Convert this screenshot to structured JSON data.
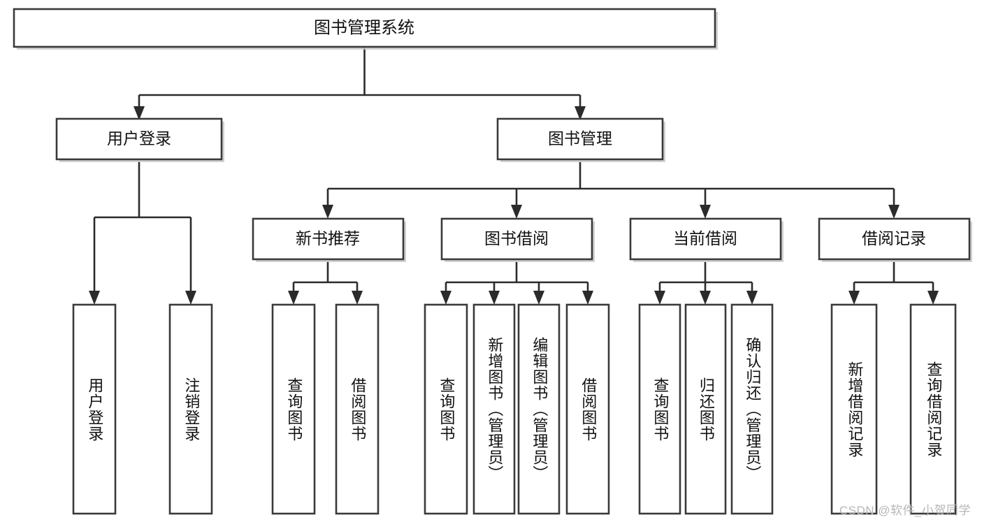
{
  "diagram": {
    "title": "图书管理系统",
    "watermark": "CSDN @软件_小贺同学",
    "colors": {
      "box_stroke": "#3a3a3a",
      "connector": "#2b2b2b",
      "text": "#111111",
      "background": "#ffffff",
      "watermark": "#b6b6b6"
    },
    "root": {
      "label": "图书管理系统"
    },
    "level2": [
      {
        "label": "用户登录"
      },
      {
        "label": "图书管理"
      }
    ],
    "level3": [
      {
        "label": "新书推荐"
      },
      {
        "label": "图书借阅"
      },
      {
        "label": "当前借阅"
      },
      {
        "label": "借阅记录"
      }
    ],
    "leaves": {
      "user_login": [
        {
          "label": "用户登录"
        },
        {
          "label": "注销登录"
        }
      ],
      "new_book_recommend": [
        {
          "label": "查询图书"
        },
        {
          "label": "借阅图书"
        }
      ],
      "book_borrow": [
        {
          "label": "查询图书"
        },
        {
          "label": "新增图书（管理员）"
        },
        {
          "label": "编辑图书（管理员）"
        },
        {
          "label": "借阅图书"
        }
      ],
      "current_borrow": [
        {
          "label": "查询图书"
        },
        {
          "label": "归还图书"
        },
        {
          "label": "确认归还（管理员）"
        }
      ],
      "borrow_record": [
        {
          "label": "新增借阅记录"
        },
        {
          "label": "查询借阅记录"
        }
      ]
    }
  }
}
